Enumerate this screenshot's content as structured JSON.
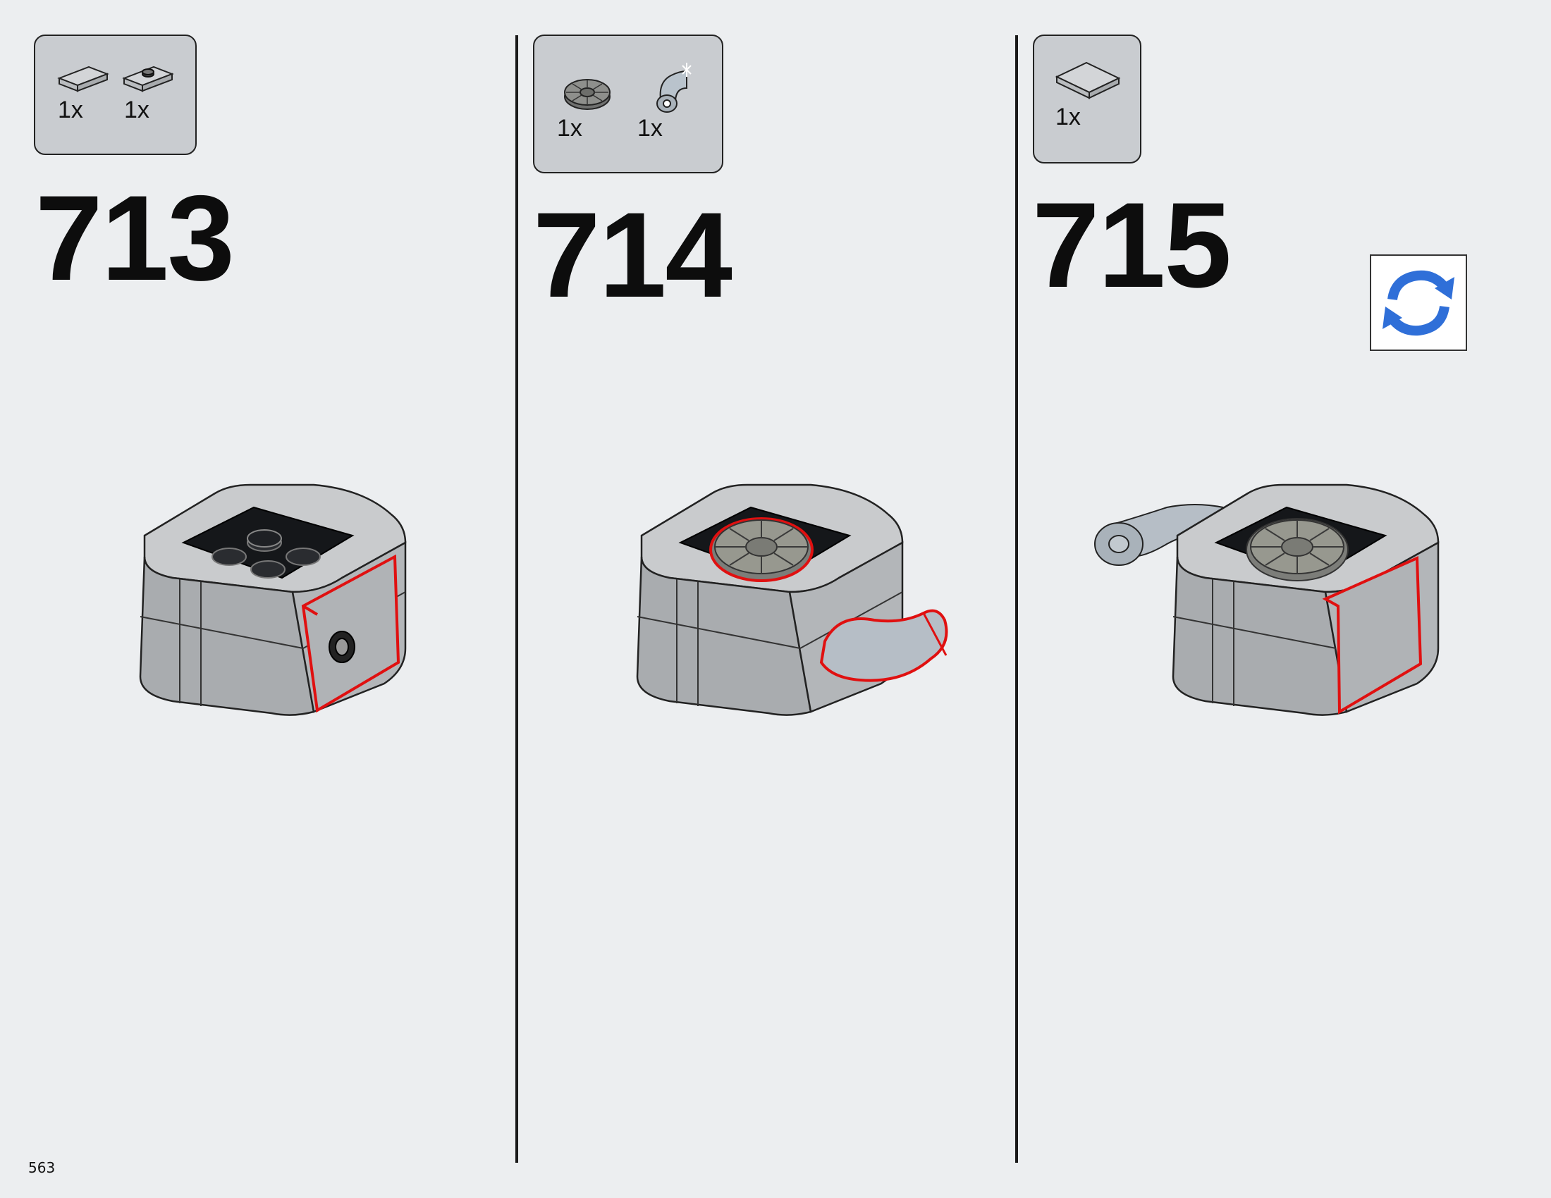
{
  "steps": [
    {
      "number": "713",
      "parts": [
        {
          "qty": "1x",
          "icon": "flat-tile-2x1-icon"
        },
        {
          "qty": "1x",
          "icon": "jumper-plate-icon"
        }
      ]
    },
    {
      "number": "714",
      "parts": [
        {
          "qty": "1x",
          "icon": "round-tile-grille-icon"
        },
        {
          "qty": "1x",
          "icon": "hose-bend-icon"
        }
      ]
    },
    {
      "number": "715",
      "parts": [
        {
          "qty": "1x",
          "icon": "flat-tile-2x2-icon"
        }
      ]
    }
  ],
  "rotate_icon": "rotate-model-icon",
  "page_number": "563",
  "colors": {
    "background": "#eceef0",
    "parts_box": "#c9ccd0",
    "highlight": "#e01010",
    "rotate_blue": "#2f6fd8"
  }
}
